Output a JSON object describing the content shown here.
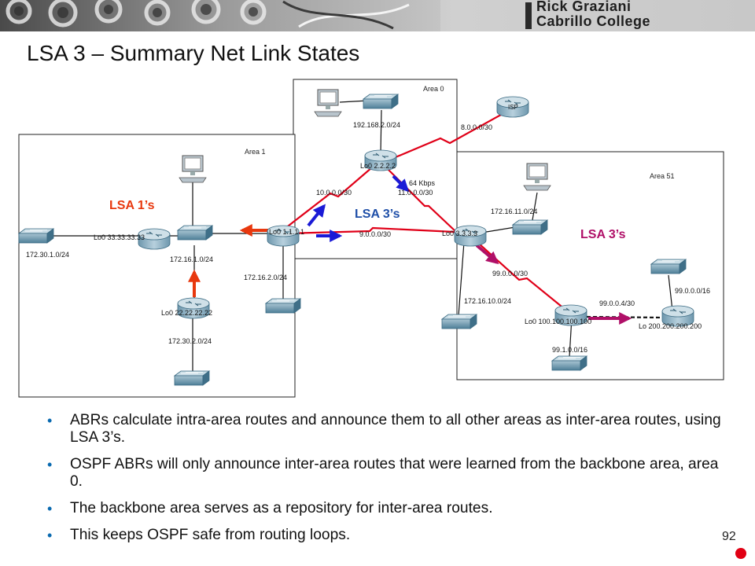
{
  "header": {
    "brand_line1": "Rick Graziani",
    "brand_line2": "Cabrillo College"
  },
  "title": "LSA 3 – Summary Net Link States",
  "diagram": {
    "areas": {
      "area0": "Area 0",
      "area1": "Area 1",
      "area51": "Area 51"
    },
    "isp_label": "ISP",
    "lsa_labels": {
      "area1": "LSA 1’s",
      "backbone": "LSA 3’s",
      "area51": "LSA 3’s"
    },
    "labels": {
      "net_192": "192.168.2.0/24",
      "net_8": "8.0.0.0/30",
      "lo_2222": "Lo0 2.2.2.2",
      "kbps": "64 Kbps",
      "net_10": "10.0.0.0/30",
      "net_11": "11.0.0.0/30",
      "net_9": "9.0.0.0/30",
      "lo_1111": "Lo0 1.1.1.1",
      "lo_3333": "Lo0 3.3.3.3",
      "lo_33": "Lo0 33.33.33.33",
      "net_17230_1": "172.30.1.0/24",
      "net_17216_1": "172.16.1.0/24",
      "net_17216_2": "172.16.2.0/24",
      "lo_22": "Lo0 22.22.22.22",
      "net_17230_2": "172.30.2.0/24",
      "net_17216_11": "172.16.11.0/24",
      "net_99_0": "99.0.0.0/30",
      "net_17216_10": "172.16.10.0/24",
      "net_99_4": "99.0.0.4/30",
      "net_99_16": "99.0.0.0/16",
      "lo_100": "Lo0 100.100.100.100",
      "lo_200": "Lo 200.200.200.200",
      "net_991": "99.1.0.0/16"
    }
  },
  "bullets": [
    "ABRs calculate intra-area routes and announce them to all other areas as inter-area routes, using LSA 3’s.",
    "OSPF ABRs will only announce inter-area routes that were learned from the backbone area, area 0.",
    "The backbone area serves as a repository for inter-area routes.",
    "This keeps OSPF safe from routing loops."
  ],
  "slide_number": "92",
  "colors": {
    "arrow_red": "#e8380e",
    "arrow_blue": "#1a1ad6",
    "arrow_magenta": "#b01068",
    "link_red": "#e00018",
    "lsa1_color": "#e8380e",
    "lsa3_blue": "#1f4fa8",
    "lsa3_magenta": "#b01068"
  }
}
